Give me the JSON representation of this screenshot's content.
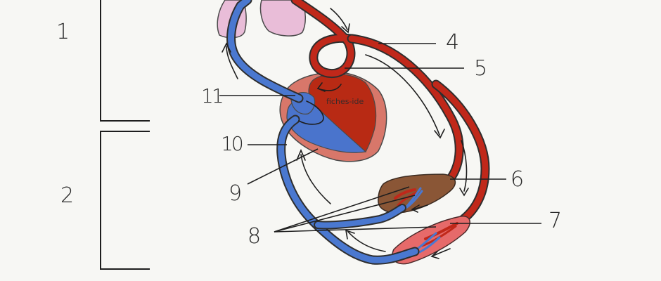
{
  "labels": {
    "l1": "1",
    "l2": "2",
    "l4": "4",
    "l5": "5",
    "l6": "6",
    "l7": "7",
    "l8": "8",
    "l9": "9",
    "l10": "10",
    "l11": "11"
  },
  "watermark": "fiches-ide",
  "colors": {
    "artery": "#c0281a",
    "vein": "#4a78d0",
    "heart_outer": "#d8776a",
    "left_ventricle": "#b82a14",
    "right_ventricle": "#4a74cc",
    "lungs": "#e9bdd8",
    "liver": "#8a5636",
    "muscle": "#e66a6a",
    "ink": "#1e1e1e"
  }
}
